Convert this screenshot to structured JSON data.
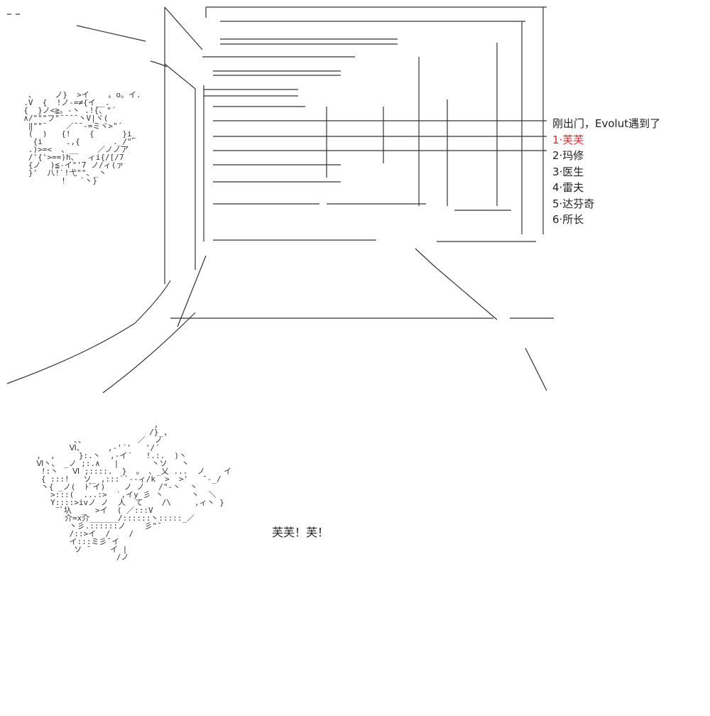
{
  "menu": {
    "title": "刚出门，Evolut遇到了",
    "options": [
      {
        "label": "1·芙芙",
        "color": "#d9262c"
      },
      {
        "label": "2·玛修",
        "color": "#222222"
      },
      {
        "label": "3·医生",
        "color": "#222222"
      },
      {
        "label": "4·雷夫",
        "color": "#222222"
      },
      {
        "label": "5·达芬奇",
        "color": "#222222"
      },
      {
        "label": "6·所长",
        "color": "#222222"
      }
    ]
  },
  "speech": "芙芙！芙！",
  "ascii_art": {
    "face_left": "   、    ノ}  >イ    。o。イ.\n  .V  {  !ノ-=≠{イ__.\n  {  }ノ<≧。-丶 .!{、\"´\n  ∧/\"\"\"フ\"¯¯¯¯丶V|ヾ(\n   ‖\"\"¯    ／¯¯-=ミヾ>\"´\n   (  )   {!    {      }i_\n    {i     .,{       ._/\"ﾞ\n   .)>=<  、__    ／ノノア\n   /'{'>==)h、  ィi{/[/7\n   {ノ  )≦-イ\"'7 ノ/ィ(ァ\n   }'  八!`!弋\"\"、_丶\n          !   `丶}",
    "fufu_lines": "                           ,\n                          /}_,\n          ､、           ／  ノ\n         Ⅵ、     ,-'´'   '/´\n  ,  ,     }:.丶  ,-イ´   !.:.  )丶\n  Ⅵ丶、 _ノ ;:.∧   |       丶ソ   丶\n   !:丶   Ⅵ ;::::.  }  。 、_乂 ...  ノ    イ\n   { :::!   ソ_ ,:::``--ィ/k  >  >'   ¯-_/\n   丶{ _ノ(  ﾄﾞイ)    ノ ノ   /\"-丶  丶\n     >:::(  ...:>  `,イy 彡 丶      丶  ＼\n     Y::::>ivノ ノ  人  て    /\\     ,ィ丶 }\n      ¯ﾞ圦  _  >イ  ( ／:::V\n        介=x介______/::::::丶:::::_／\n         丶彡.::::::ノ    彡\"¯\n         /::>イ  /    /\n         イ:::ミ彡¯イ\n          ソ ¯    イ |\n                   /ノ"
  },
  "colors": {
    "line": "#333333",
    "highlight": "#d9262c",
    "text": "#222222",
    "background": "#ffffff"
  }
}
